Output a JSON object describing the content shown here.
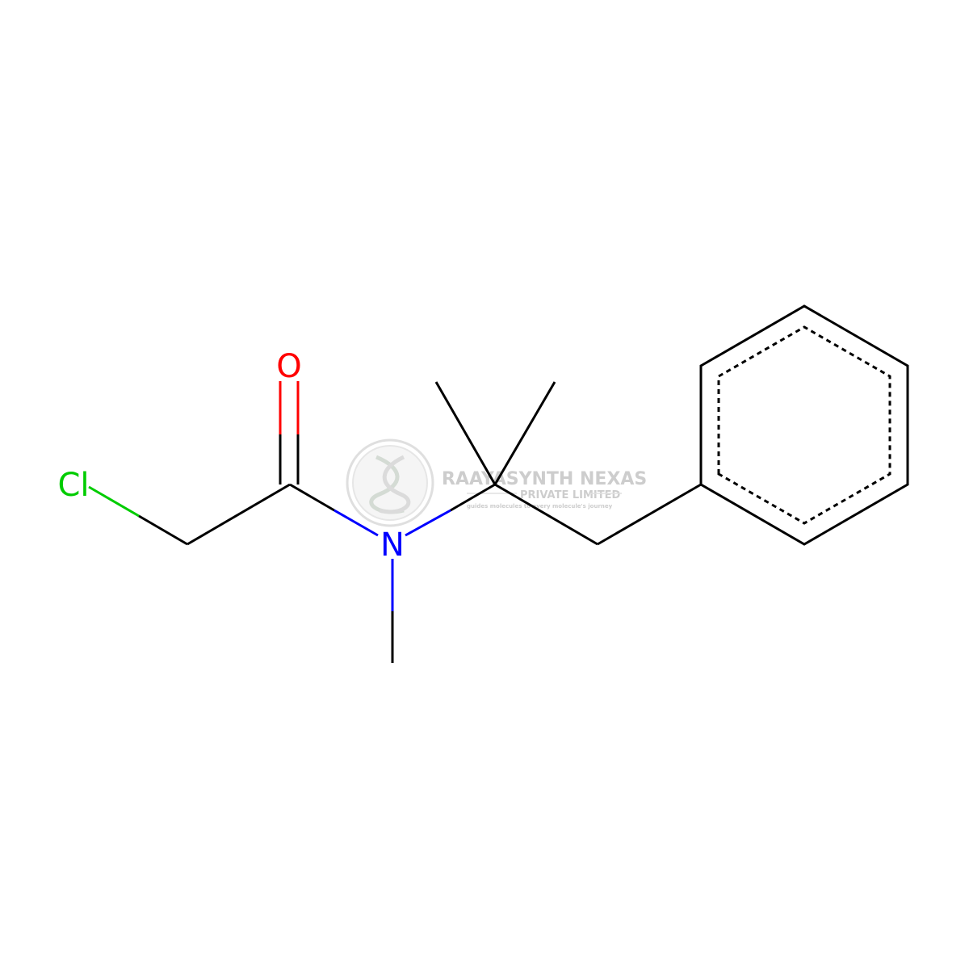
{
  "molecule": {
    "atoms": [
      {
        "id": "Cl",
        "label": "Cl",
        "color": "#00cc00"
      },
      {
        "id": "O",
        "label": "O",
        "color": "#ff0000"
      },
      {
        "id": "N",
        "label": "N",
        "color": "#0000ff"
      }
    ],
    "bond_color": "#000000"
  },
  "watermark": {
    "line1": "RAAYASYNTH NEXAS",
    "line2": "PRIVATE LIMITED",
    "tagline": "guides molecules to every molecule's journey",
    "color": "#c8c8c8"
  }
}
